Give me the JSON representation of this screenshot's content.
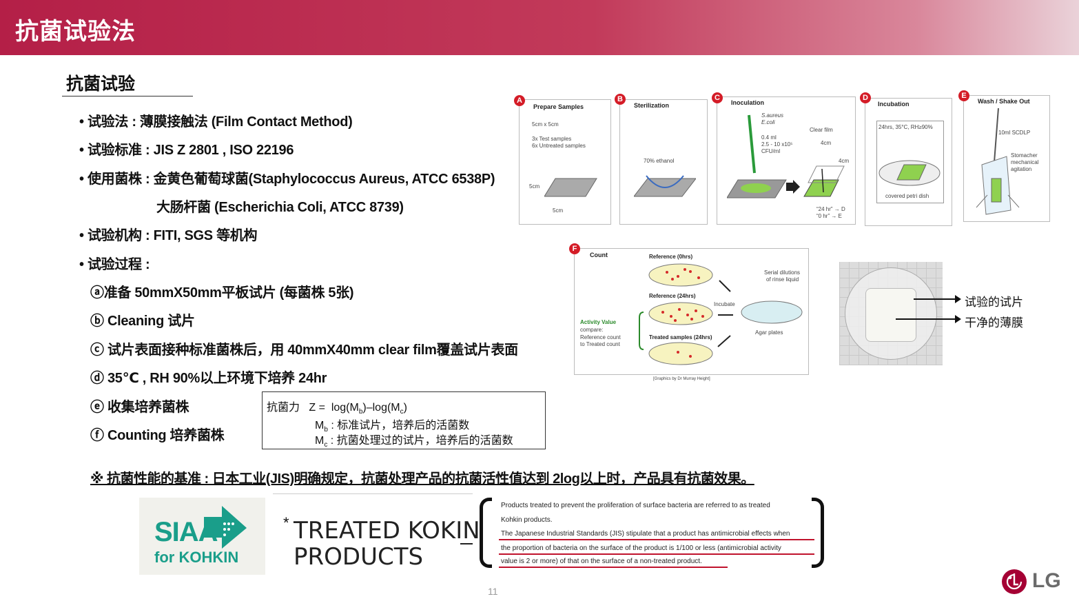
{
  "header": {
    "title": "抗菌试验法"
  },
  "section": {
    "title": "抗菌试验"
  },
  "bullets": [
    "• 试验法 : 薄膜接触法 (Film Contact Method)",
    "• 试验标准 : JIS Z 2801 , ISO 22196",
    "• 使用菌株 : 金黄色葡萄球菌(Staphylococcus Aureus, ATCC 6538P)",
    "大肠杆菌 (Escherichia Coli, ATCC 8739)",
    "• 试验机构 : FITI, SGS 等机构",
    "• 试验过程 :"
  ],
  "steps": [
    "ⓐ准备 50mmX50mm平板试片 (每菌株 5张)",
    "ⓑ Cleaning 试片",
    "ⓒ 试片表面接种标准菌株后，用 40mmX40mm clear film覆盖试片表面",
    "ⓓ 35℃ , RH 90%以上环境下培养 24hr",
    "ⓔ 收集培养菌株",
    "ⓕ Counting 培养菌株"
  ],
  "formula": {
    "label": "抗菌力",
    "z": "Z =",
    "log1": "log(M",
    "sub_b": "b",
    "mid": ")–log(M",
    "sub_c": "c",
    "end": ")",
    "mb": "M",
    "mb_desc": " : 标准试片，培养后的活菌数",
    "mc": "M",
    "mc_desc": " : 抗菌处理过的试片，培养后的活菌数"
  },
  "note": "※ 抗菌性能的基准 : 日本工业(JIS)明确规定，抗菌处理产品的抗菌活性值达到 2log以上时，产品具有抗菌效果。",
  "diagram": {
    "panels": [
      {
        "letter": "A",
        "title": "Prepare Samples",
        "lines": [
          "5cm x 5cm",
          "3x  Test samples",
          "6x  Untreated samples",
          "5cm",
          "5cm"
        ]
      },
      {
        "letter": "B",
        "title": "Sterilization",
        "lines": [
          "70% ethanol"
        ]
      },
      {
        "letter": "C",
        "title": "Inoculation",
        "lines": [
          "S.aureus",
          "E.coli",
          "0.4 ml",
          "2.5 - 10 x10⁵",
          "CFU/ml",
          "Clear film",
          "4cm",
          "4cm",
          "“24 hr” → D",
          "“0 hr” → E"
        ]
      },
      {
        "letter": "D",
        "title": "Incubation",
        "lines": [
          "24hrs, 35°C, RH≥90%",
          "covered petri dish"
        ]
      },
      {
        "letter": "E",
        "title": "Wash / Shake Out",
        "lines": [
          "10ml SCDLP",
          "Stomacher",
          "mechanical",
          "agitation"
        ]
      }
    ],
    "count": {
      "letter": "F",
      "title": "Count",
      "ref0": "Reference (0hrs)",
      "ref24": "Reference (24hrs)",
      "treated": "Treated samples (24hrs)",
      "incubate": "Incubate",
      "serial1": "Serial dilutions",
      "serial2": "of rinse liquid",
      "agar": "Agar plates",
      "activity": "Activity Value",
      "compare1": "compare:",
      "compare2": "Reference count",
      "compare3": "to Treated count",
      "credit": "[Graphics by Dr Murray Height]"
    }
  },
  "photo": {
    "label1": "试验的试片",
    "label2": "干净的薄膜"
  },
  "siaa": {
    "line1": "SIAA",
    "line2": "for KOHKIN"
  },
  "kokin": {
    "star": "*",
    "line1": "TREATED KOKIN",
    "line2": "PRODUCTS"
  },
  "english": [
    "Products treated to prevent the proliferation of surface bacteria are referred to as treated",
    "Kohkin products.",
    "The Japanese Industrial Standards (JIS) stipulate that a product has antimicrobial effects when",
    "the proportion of bacteria on the surface of the product is 1/100 or less (antimicrobial activity",
    "value is 2 or more) of that on the surface of a non-treated product."
  ],
  "page_number": "11",
  "logo": {
    "text": "LG"
  },
  "colors": {
    "brand": "#b41f47",
    "accent_red": "#d41c27",
    "siaa_green": "#1a9e8a",
    "kokin_underline": "#c0122c"
  }
}
